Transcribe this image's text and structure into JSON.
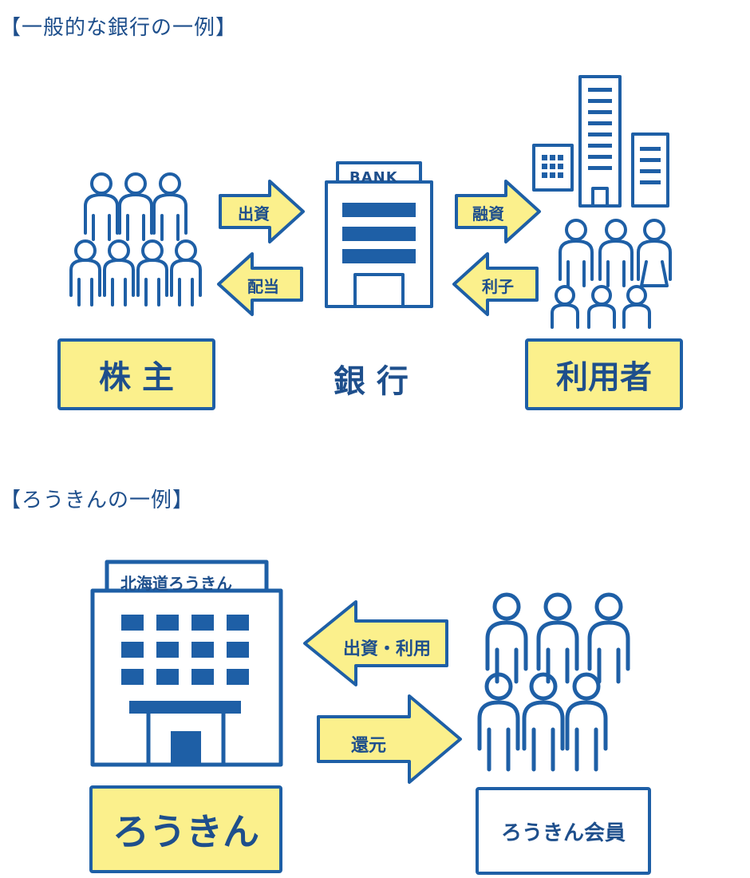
{
  "section1": {
    "title": "【一般的な銀行の一例】",
    "shareholders_label": "株 主",
    "bank_label": "銀 行",
    "bank_sign": "BANK",
    "users_label": "利用者",
    "arrows": {
      "investment": "出資",
      "dividend": "配当",
      "loan": "融資",
      "interest": "利子"
    }
  },
  "section2": {
    "title": "【ろうきんの一例】",
    "rokin_building_sign": "北海道ろうきん",
    "rokin_label": "ろうきん",
    "members_label": "ろうきん会員",
    "arrows": {
      "investment_use": "出資・利用",
      "return": "還元"
    }
  },
  "colors": {
    "navy": "#1e5fa6",
    "yellow": "#fbf08c",
    "text": "#1e4f8c"
  }
}
